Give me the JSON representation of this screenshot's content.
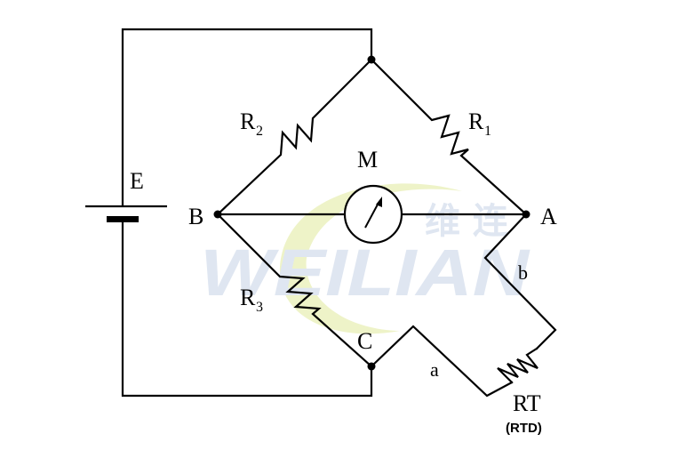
{
  "watermark": {
    "logo_text": "WEILIAN",
    "logo_cn": "维 连",
    "swoosh_color": "#eef3c8",
    "text_color": "#dfe6f1"
  },
  "labels": {
    "battery": "E",
    "meter": "M",
    "node_b": "B",
    "node_a": "A",
    "node_c": "C",
    "r1_base": "R",
    "r1_sub": "1",
    "r2_base": "R",
    "r2_sub": "2",
    "r3_base": "R",
    "r3_sub": "3",
    "lead_a": "a",
    "lead_b": "b",
    "rt": "RT",
    "rtd": "(RTD)"
  }
}
